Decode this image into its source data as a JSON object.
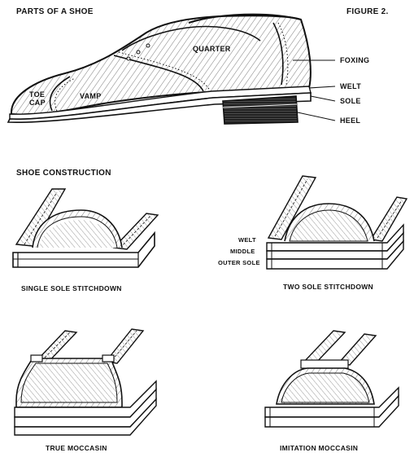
{
  "figure_label": "FIGURE 2.",
  "sections": {
    "parts_title": "PARTS OF A SHOE",
    "construction_title": "SHOE CONSTRUCTION"
  },
  "shoe_parts": {
    "toe_cap_line1": "TOE",
    "toe_cap_line2": "CAP",
    "vamp": "VAMP",
    "quarter": "QUARTER",
    "foxing": "FOXING",
    "welt": "WELT",
    "sole": "SOLE",
    "heel": "HEEL"
  },
  "layers": {
    "welt": "WELT",
    "middle": "MIDDLE",
    "outer_sole": "OUTER SOLE"
  },
  "constructions": {
    "single_sole": "SINGLE SOLE STITCHDOWN",
    "two_sole": "TWO SOLE STITCHDOWN",
    "true_moccasin": "TRUE MOCCASIN",
    "imitation_moccasin": "IMITATION MOCCASIN"
  },
  "colors": {
    "ink": "#111111",
    "paper": "#ffffff",
    "shade": "#d9d9d9"
  }
}
